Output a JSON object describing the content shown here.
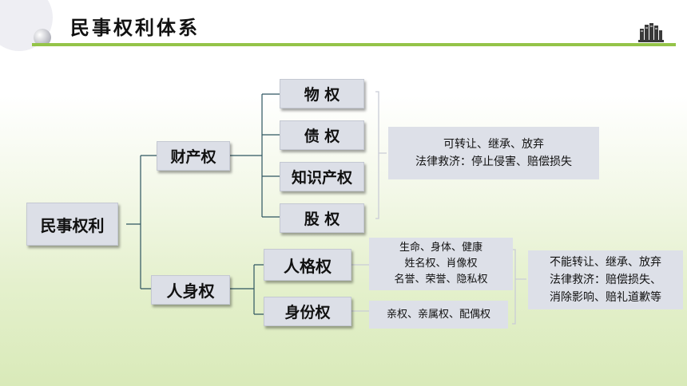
{
  "header": {
    "title": "民事权利体系",
    "icon": "books-icon"
  },
  "diagram": {
    "root": "民事权利",
    "property_branch": {
      "label": "财产权",
      "children": [
        "物 权",
        "债 权",
        "知识产权",
        "股 权"
      ],
      "note_lines": [
        "可转让、继承、放弃",
        "法律救济：停止侵害、赔偿损失"
      ]
    },
    "personal_branch": {
      "label": "人身权",
      "personality": {
        "label": "人格权",
        "note_lines": [
          "生命、身体、健康",
          "姓名权、肖像权",
          "名誉、荣誉、隐私权"
        ]
      },
      "status": {
        "label": "身份权",
        "note": "亲权、亲属权、配偶权"
      },
      "note_lines": [
        "不能转让、继承、放弃",
        "法律救济：赔偿损失、",
        "消除影响、赔礼道歉等"
      ]
    }
  },
  "colors": {
    "accent": "#94c448",
    "box": "#dcdfe7",
    "connector": "#2d5560"
  }
}
